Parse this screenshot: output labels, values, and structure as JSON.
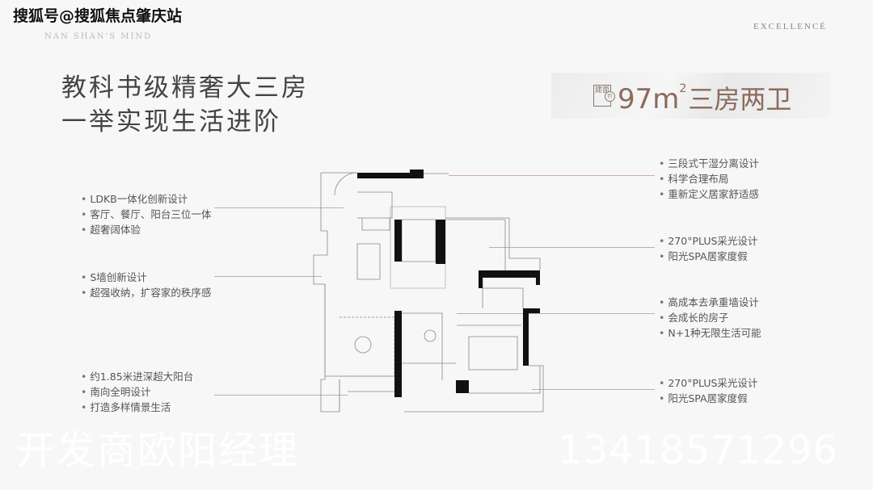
{
  "watermark_top": "搜狐号@搜狐焦点肇庆站",
  "brand_subtitle": "NAN SHAN'S MIND",
  "brand_right": "EXCELLENCÉ",
  "title": [
    "教科书级精奢大三房",
    "一举实现生活进阶"
  ],
  "banner": {
    "badge_left": "建面",
    "badge_circle": "约",
    "area": "97",
    "unit": "m",
    "unit_sup": "2",
    "room_type": "三房两卫"
  },
  "left_groups": [
    [
      "LDKB一体化创新设计",
      "客厅、餐厅、阳台三位一体",
      "超奢阔体验"
    ],
    [
      "S墙创新设计",
      "超强收纳，扩容家的秩序感"
    ],
    [
      "约1.85米进深超大阳台",
      "南向全明设计",
      "打造多样情景生活"
    ]
  ],
  "right_groups": [
    [
      "三段式干湿分离设计",
      "科学合理布局",
      "重新定义居家舒适感"
    ],
    [
      "270°PLUS采光设计",
      "阳光SPA居家度假"
    ],
    [
      "高成本去承重墙设计",
      "会成长的房子",
      "N+1种无限生活可能"
    ],
    [
      "270°PLUS采光设计",
      "阳光SPA居家度假"
    ]
  ],
  "watermark_big": "开发商欧阳经理",
  "watermark_phone": "13418571296",
  "colors": {
    "accent": "#8c6a5c",
    "leader_line": "#c9aca0",
    "background": "#f7f7f7"
  }
}
